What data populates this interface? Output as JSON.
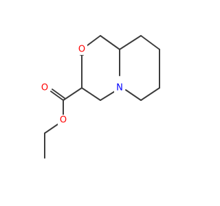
{
  "molecule": {
    "atoms": {
      "ketone_oxygen": {
        "symbol": "O",
        "color": "#ff0000"
      },
      "ester_carbonyl_oxygen": {
        "symbol": "O",
        "color": "#ff0000"
      },
      "ester_oxygen": {
        "symbol": "O",
        "color": "#ff0000"
      },
      "ring_nitrogen": {
        "symbol": "N",
        "color": "#0000ff"
      }
    },
    "bond_color": "#3c3c3c"
  }
}
